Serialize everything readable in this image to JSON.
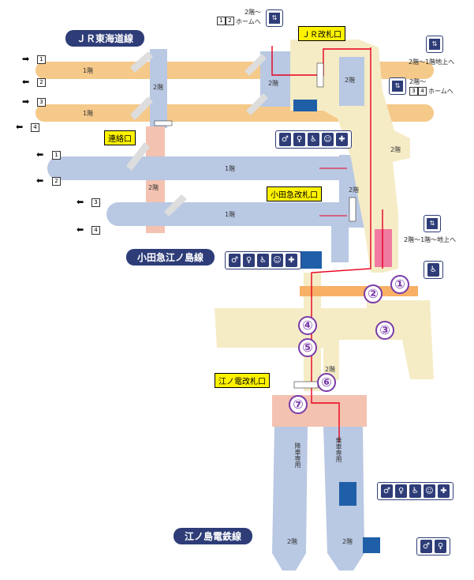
{
  "lines": {
    "jr": "ＪＲ東海道線",
    "odakyu": "小田急江ノ島線",
    "enoden": "江ノ島電鉄線"
  },
  "gates": {
    "jr": "ＪＲ改札口",
    "odakyu": "小田急改札口",
    "enoden": "江ノ電改札口",
    "connection": "連絡口"
  },
  "floors": {
    "f1": "1階",
    "f2": "2階"
  },
  "platform_numbers": [
    "1",
    "2",
    "3",
    "4"
  ],
  "exits": [
    "①",
    "②",
    "③",
    "④",
    "⑤",
    "⑥",
    "⑦"
  ],
  "elevator_labels": {
    "elev_12_a": "2階～",
    "elev_12_b": "ホームへ",
    "elev_ground": "2階～1階地上へ",
    "elev_34_a": "2階～",
    "elev_34_b": "ホームへ",
    "elev_odakyu": "2階～1階～地上へ"
  },
  "enoden_tracks": {
    "alight": "降車専用",
    "board": "乗車専用"
  },
  "icons": {
    "facility_set": [
      "restroom-icon",
      "multipurpose-toilet-icon",
      "wheelchair-icon",
      "baby-care-icon",
      "ostomate-icon"
    ],
    "restroom": "restroom-icon",
    "elevator": "elevator-icon",
    "wheelchair": "wheelchair-icon"
  },
  "colors": {
    "jr_platform": "#f5c98a",
    "odakyu_platform": "#b9c8e3",
    "enoden_platform": "#b9c8e3",
    "concourse": "#f5ecc6",
    "connector": "#f3c2b0",
    "enoden_concourse": "#f3c2b0",
    "route": "#e8001c",
    "badge": "#2e3d78",
    "gate_label": "#fff200",
    "exit_mark": "#7a3aa8",
    "facility_block": "#1f5fa8"
  }
}
